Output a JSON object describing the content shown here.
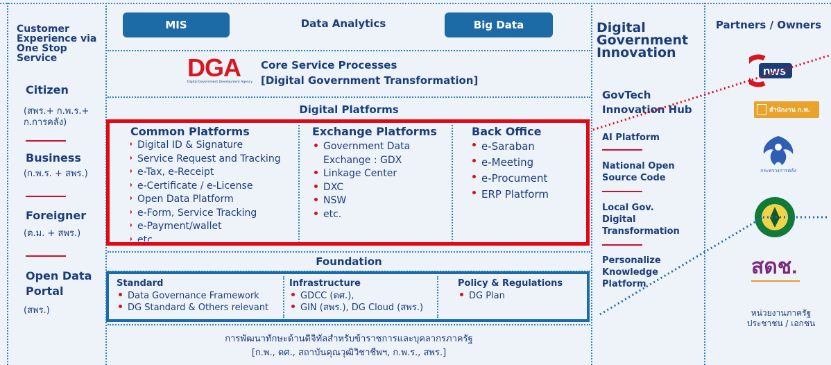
{
  "colors": {
    "navy": "#1a3d7a",
    "accent_blue": "#1c6aa6",
    "highlight_red": "#e30613",
    "bullet_red": "#d0121b"
  },
  "left": {
    "title": "Customer Experience via One Stop Service",
    "citizen": {
      "title": "Citizen",
      "sub": "(สพร.+ ก.พ.ร.+ ก.การคลัง)"
    },
    "business": {
      "title": "Business",
      "sub": "(ก.พ.ร. + สพร.)"
    },
    "foreigner": {
      "title": "Foreigner",
      "sub": "(ต.ม. + สพร.)"
    },
    "open_data": {
      "title": "Open Data Portal",
      "sub": "(สพร.)"
    }
  },
  "top": {
    "mis": "MIS",
    "data_analytics": "Data Analytics",
    "big_data": "Big Data"
  },
  "core": {
    "dga_logo_text": "DGA",
    "dga_logo_sub": "Digital Government Development Agency",
    "line1": "Core Service Processes",
    "line2": "[Digital Government Transformation]"
  },
  "platforms": {
    "header": "Digital Platforms",
    "common": {
      "title": "Common Platforms",
      "items": [
        "Digital ID & Signature",
        "Service Request and Tracking",
        "e-Tax, e-Receipt",
        "e-Certificate / e-License",
        "Open Data Platform",
        "e-Form, Service Tracking",
        "e-Payment/wallet",
        "etc."
      ]
    },
    "exchange": {
      "title": "Exchange Platforms",
      "items": [
        "Government Data Exchange : GDX",
        "Linkage Center",
        "DXC",
        "NSW",
        "etc."
      ]
    },
    "back_office": {
      "title": "Back Office",
      "items": [
        "e-Saraban",
        "e-Meeting",
        "e-Procument",
        "ERP Platform"
      ]
    }
  },
  "foundation": {
    "header": "Foundation",
    "standard": {
      "title": "Standard",
      "items": [
        "Data Governance Framework",
        "DG Standard & Others relevant"
      ]
    },
    "infrastructure": {
      "title": "Infrastructure",
      "items": [
        "GDCC (ดศ.),",
        "GIN (สพร.), DG Cloud (สพร.)"
      ]
    },
    "policy": {
      "title": "Policy & Regulations",
      "items": [
        "DG Plan"
      ]
    }
  },
  "bottom": {
    "line1": "การพัฒนาทักษะด้านดิจิทัลสำหรับข้าราชการและบุคลากรภาครัฐ",
    "line2": "[ก.พ., ดศ., สถาบันคุณวุฒิวิชาชีพฯ, ก.พ.ร., สพร.]"
  },
  "innovation": {
    "title": "Digital Government Innovation",
    "hub": "GovTech Innovation Hub",
    "items": [
      "AI Platform",
      "National Open Source Code",
      "Local Gov. Digital Transformation",
      "Personalize Knowledge Platform"
    ]
  },
  "partners": {
    "title": "Partners / Owners",
    "logo_nws": "nws",
    "logo_ocsc": "สำนักงาน ก.พ.",
    "logo_sdch": "สดช.",
    "footer": "หน่วยงานภาครัฐ ประชาชน / เอกชน"
  }
}
